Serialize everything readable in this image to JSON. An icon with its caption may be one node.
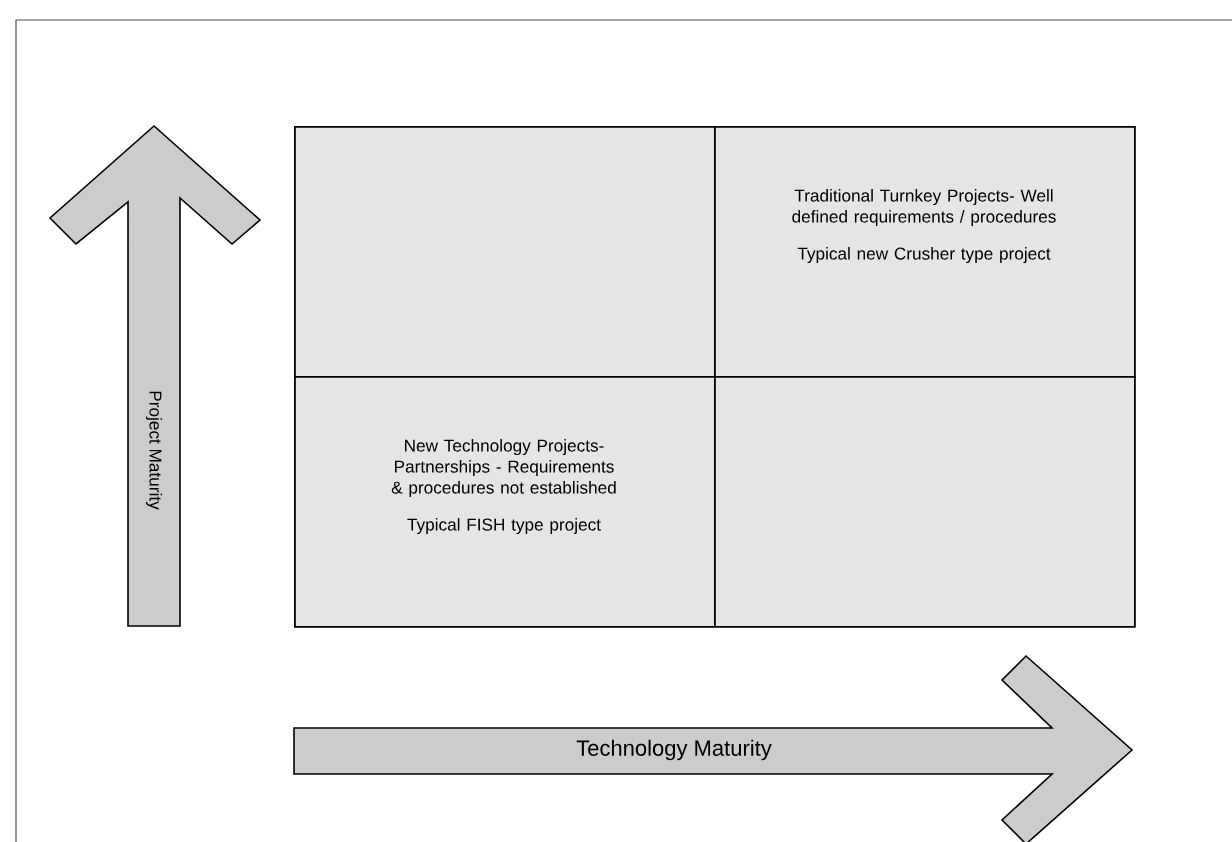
{
  "diagram": {
    "nodes": [
      {
        "text": [],
        "shape": "box"
      },
      {
        "text": [
          "Traditional Turnkey Projects- Well defined requirements / procedures",
          "Typical new Crusher type project"
        ]
      },
      {
        "text": [
          "New Technology Projects- Partnerships - Requirements & procedures not established",
          "Typical FISH type project"
        ]
      },
      {
        "text": [],
        "shape": "box"
      },
      {
        "text": [
          "Project Maturity"
        ]
      },
      {
        "text": [
          "Technology Maturity"
        ]
      }
    ]
  }
}
